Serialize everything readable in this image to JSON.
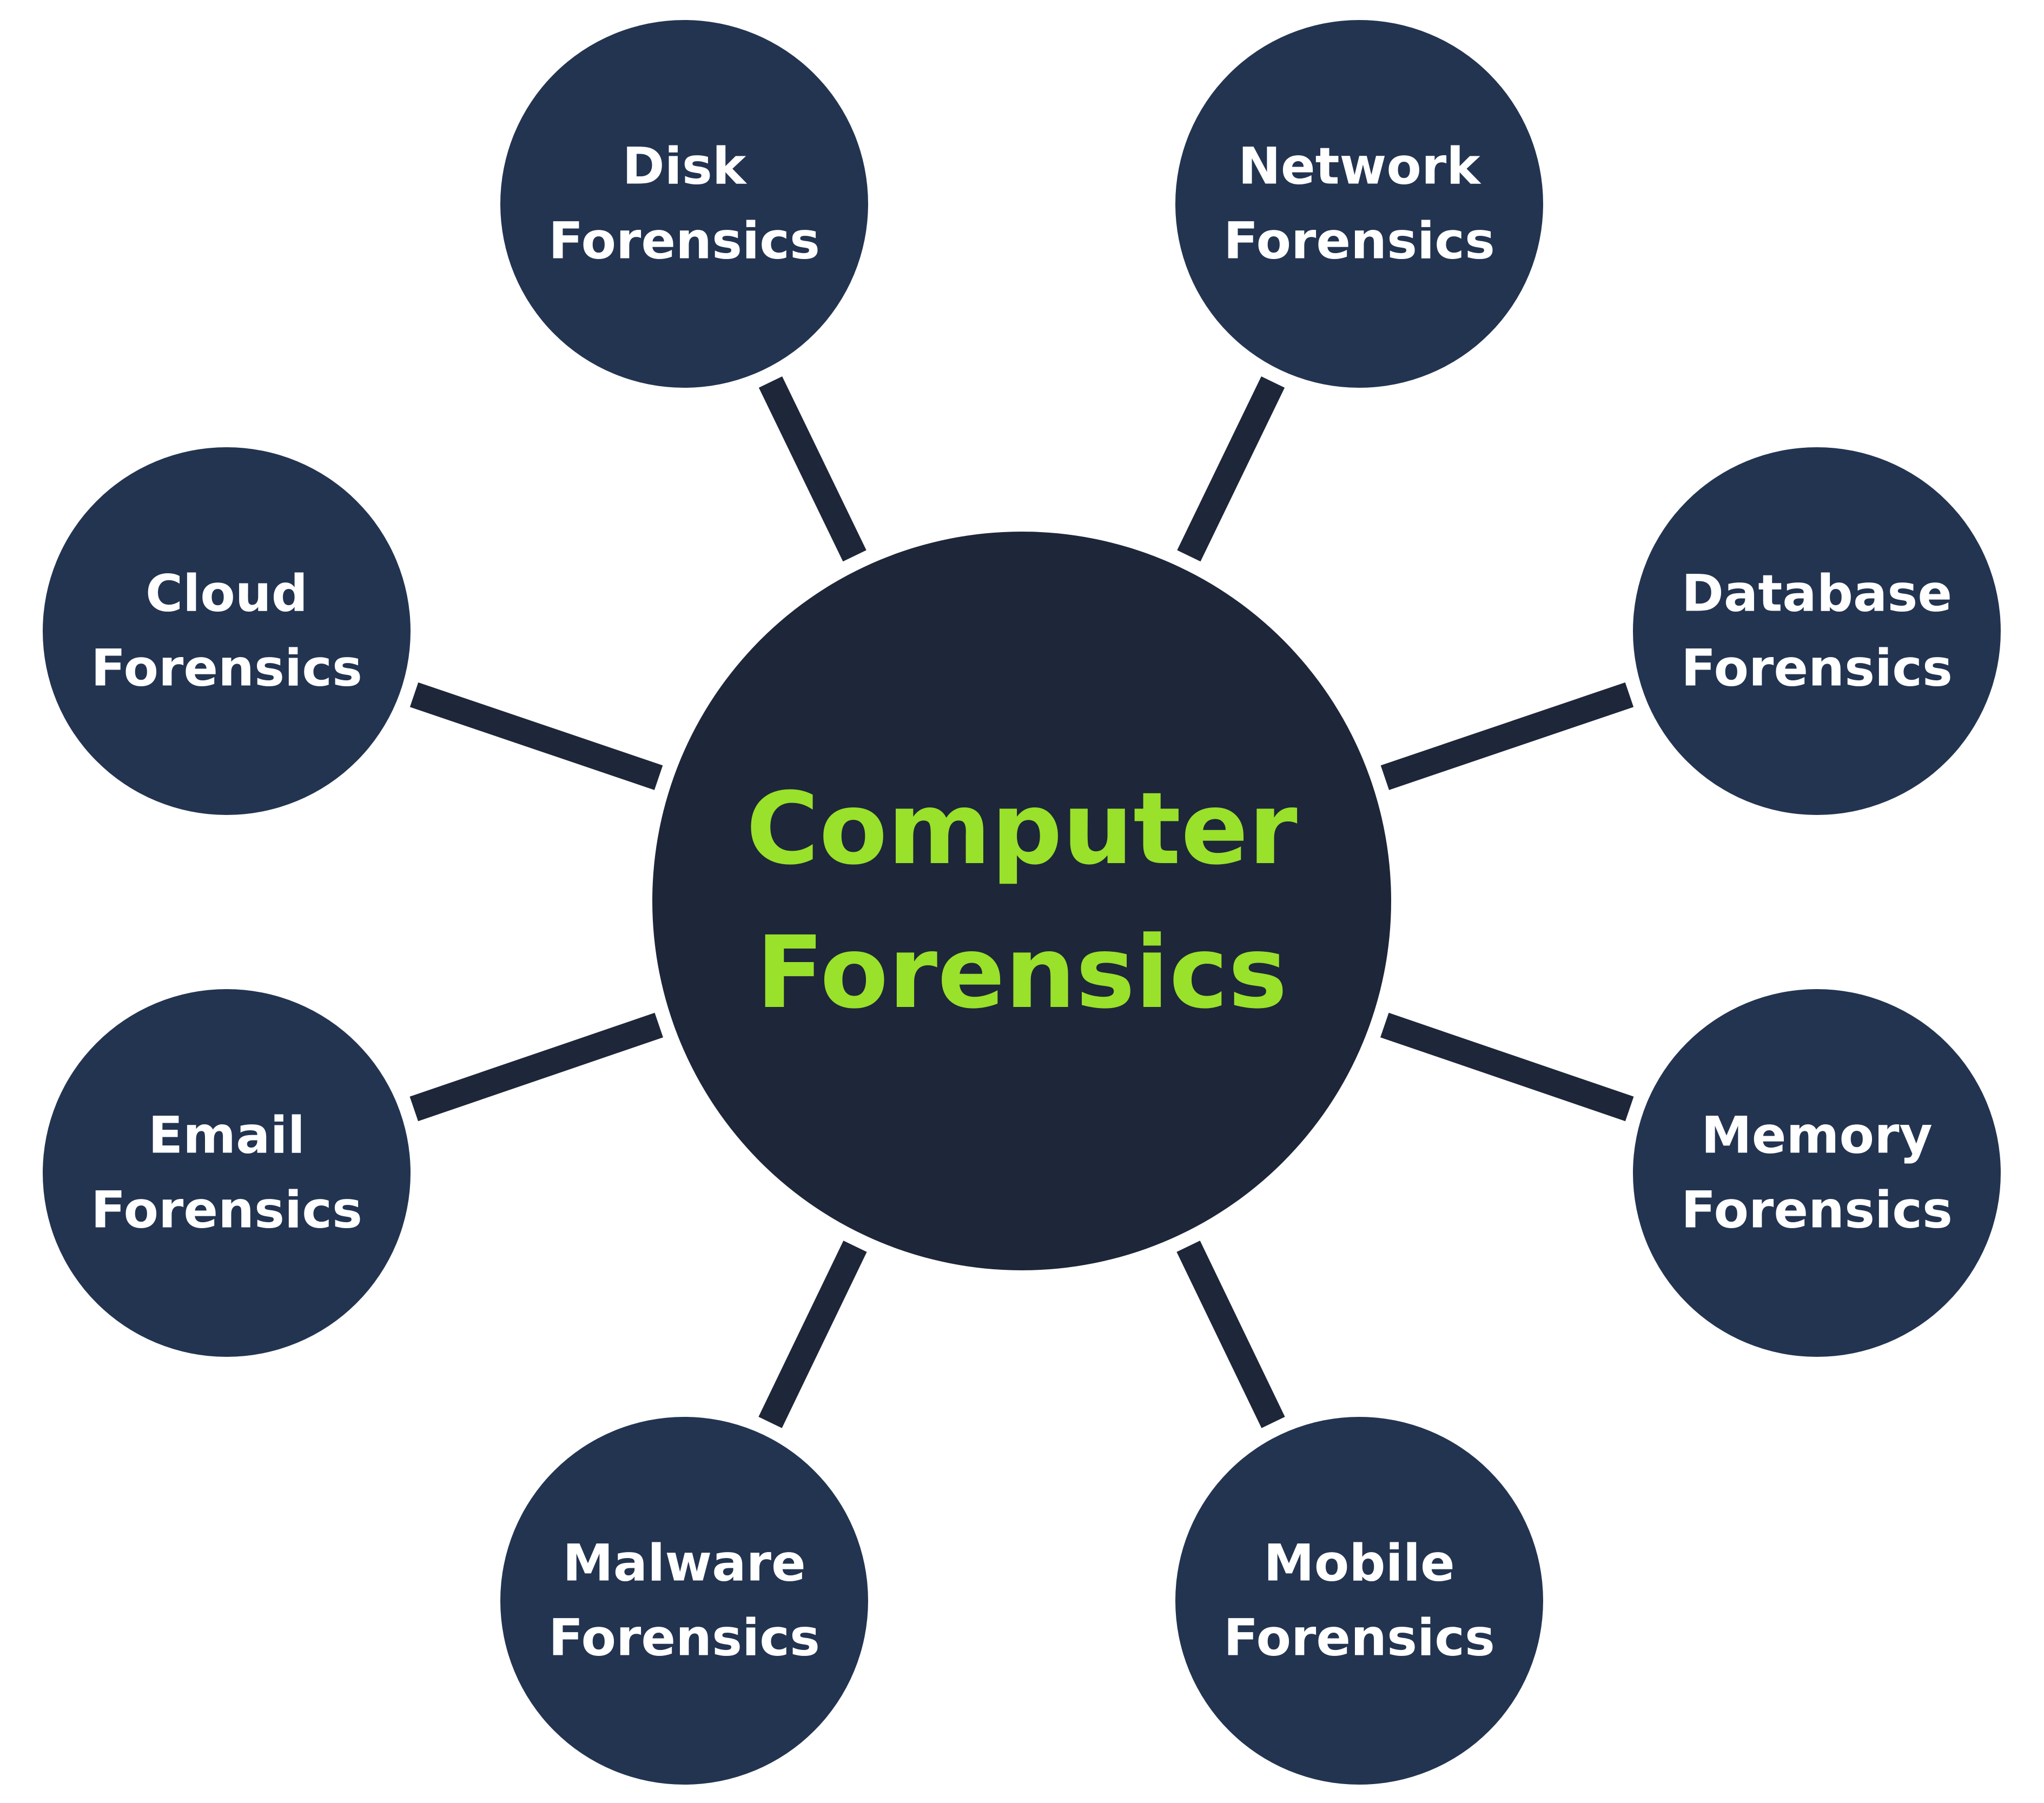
{
  "center": {
    "lines": [
      "Computer",
      "Forensics"
    ]
  },
  "nodes": [
    {
      "id": "disk",
      "lines": [
        "Disk",
        "Forensics"
      ]
    },
    {
      "id": "network",
      "lines": [
        "Network",
        "Forensics"
      ]
    },
    {
      "id": "cloud",
      "lines": [
        "Cloud",
        "Forensics"
      ]
    },
    {
      "id": "database",
      "lines": [
        "Database",
        "Forensics"
      ]
    },
    {
      "id": "email",
      "lines": [
        "Email",
        "Forensics"
      ]
    },
    {
      "id": "memory",
      "lines": [
        "Memory",
        "Forensics"
      ]
    },
    {
      "id": "malware",
      "lines": [
        "Malware",
        "Forensics"
      ]
    },
    {
      "id": "mobile",
      "lines": [
        "Mobile",
        "Forensics"
      ]
    }
  ],
  "colors": {
    "background": "#ffffff",
    "hub_fill": "#1e2639",
    "node_fill": "#233451",
    "spoke": "#1e2639",
    "hub_text": "#99e12b",
    "node_text": "#ffffff"
  }
}
